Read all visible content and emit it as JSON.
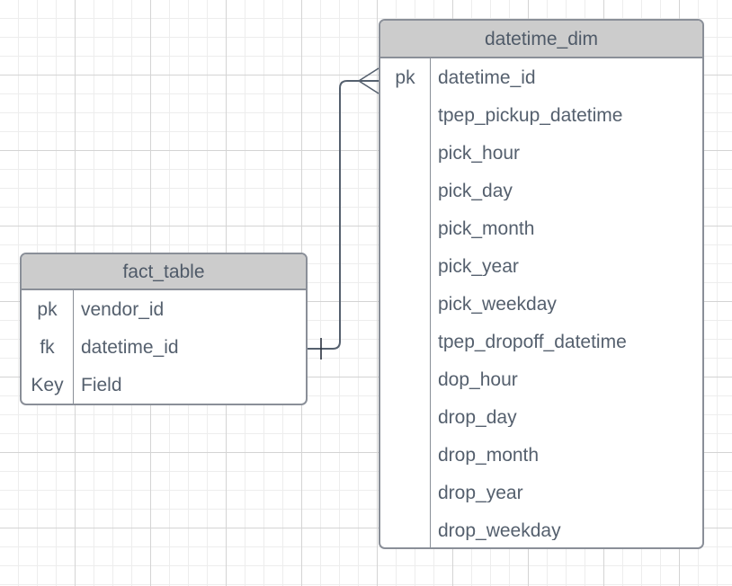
{
  "diagram": {
    "type": "entity-relationship-diagram",
    "background": {
      "grid": true,
      "minor_grid_color": "#ededed",
      "major_grid_color": "#d4d4d4"
    },
    "palette": {
      "header_fill": "#cccccc",
      "body_fill": "#ffffff",
      "border": "#8a8f98",
      "text": "#55606e",
      "connector": "#55606e"
    }
  },
  "entities": [
    {
      "name": "fact_table",
      "title": "fact_table",
      "columns": [
        {
          "key": "pk",
          "field": "vendor_id"
        },
        {
          "key": "fk",
          "field": "datetime_id"
        },
        {
          "key": "Key",
          "field": "Field"
        }
      ]
    },
    {
      "name": "datetime_dim",
      "title": "datetime_dim",
      "columns": [
        {
          "key": "pk",
          "field": "datetime_id"
        },
        {
          "key": "",
          "field": "tpep_pickup_datetime"
        },
        {
          "key": "",
          "field": "pick_hour"
        },
        {
          "key": "",
          "field": "pick_day"
        },
        {
          "key": "",
          "field": "pick_month"
        },
        {
          "key": "",
          "field": "pick_year"
        },
        {
          "key": "",
          "field": "pick_weekday"
        },
        {
          "key": "",
          "field": "tpep_dropoff_datetime"
        },
        {
          "key": "",
          "field": "dop_hour"
        },
        {
          "key": "",
          "field": "drop_day"
        },
        {
          "key": "",
          "field": "drop_month"
        },
        {
          "key": "",
          "field": "drop_year"
        },
        {
          "key": "",
          "field": "drop_weekday"
        }
      ]
    }
  ],
  "relationships": [
    {
      "name": "fact-table-to-datetime-dim",
      "from_entity": "fact_table",
      "from_field": "datetime_id",
      "from_cardinality": "one",
      "to_entity": "datetime_dim",
      "to_field": "datetime_id",
      "to_cardinality": "many"
    }
  ]
}
